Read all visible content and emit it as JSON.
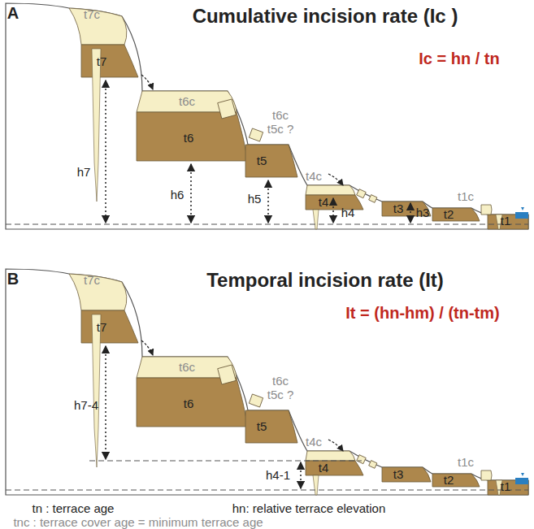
{
  "diagram": {
    "labels": [
      "A",
      "Cumulative incision rate (Ic )",
      "Ic = hn / tn",
      "t7c",
      "t7",
      "t6c",
      "t6",
      "t6c t5c ?",
      "t5",
      "t4c",
      "t4",
      "t3",
      "t2",
      "t1c",
      "t1",
      "h7",
      "h6",
      "h5",
      "h4",
      "h3",
      "B",
      "Temporal incision rate (It)",
      "It = (hn-hm) / (tn-tm)",
      "t7c",
      "t7",
      "t6c",
      "t6",
      "t6c t5c ?",
      "t5",
      "t4c",
      "t4",
      "t3",
      "t2",
      "t1c",
      "t1",
      "h7-4",
      "h4-1",
      "tn : terrace age",
      "hn: relative terrace elevation",
      "tnc : terrace cover age = minimum terrace age"
    ]
  }
}
